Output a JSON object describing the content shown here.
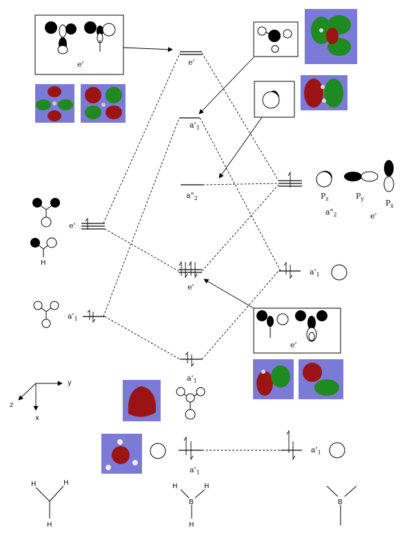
{
  "labels": {
    "top_e_prime": "e'",
    "box1_label": "e'",
    "a1_upper": "a'",
    "a1_upper_sub": "1",
    "a2_dprime": "a\"",
    "a2_dprime_sub": "2",
    "left_e_prime": "e'",
    "left_a1": "a'",
    "left_a1_sub": "1",
    "mid_e_prime": "e'",
    "right_a1_upper": "a'",
    "right_a1_upper_sub": "1",
    "bottom_mid_a1": "a'",
    "bottom_mid_a1_sub": "1",
    "lowest_mid_a1": "a'",
    "lowest_mid_a1_sub": "1",
    "lowest_right_a1": "a'",
    "lowest_right_a1_sub": "1",
    "box3_label": "e'",
    "pz": "P",
    "pz_sub": "z",
    "py": "P",
    "py_sub": "y",
    "px": "P",
    "px_sub": "x",
    "p_a2": "a\"",
    "p_a2_sub": "2",
    "p_e": "e'",
    "axis_y": "y",
    "axis_z": "z",
    "axis_x": "x",
    "h_atom": "H",
    "b_atom": "B"
  },
  "colors": {
    "mo_background": "#7b7ad6",
    "lobe_red": "#9b1414",
    "lobe_green": "#1f8a1f"
  }
}
